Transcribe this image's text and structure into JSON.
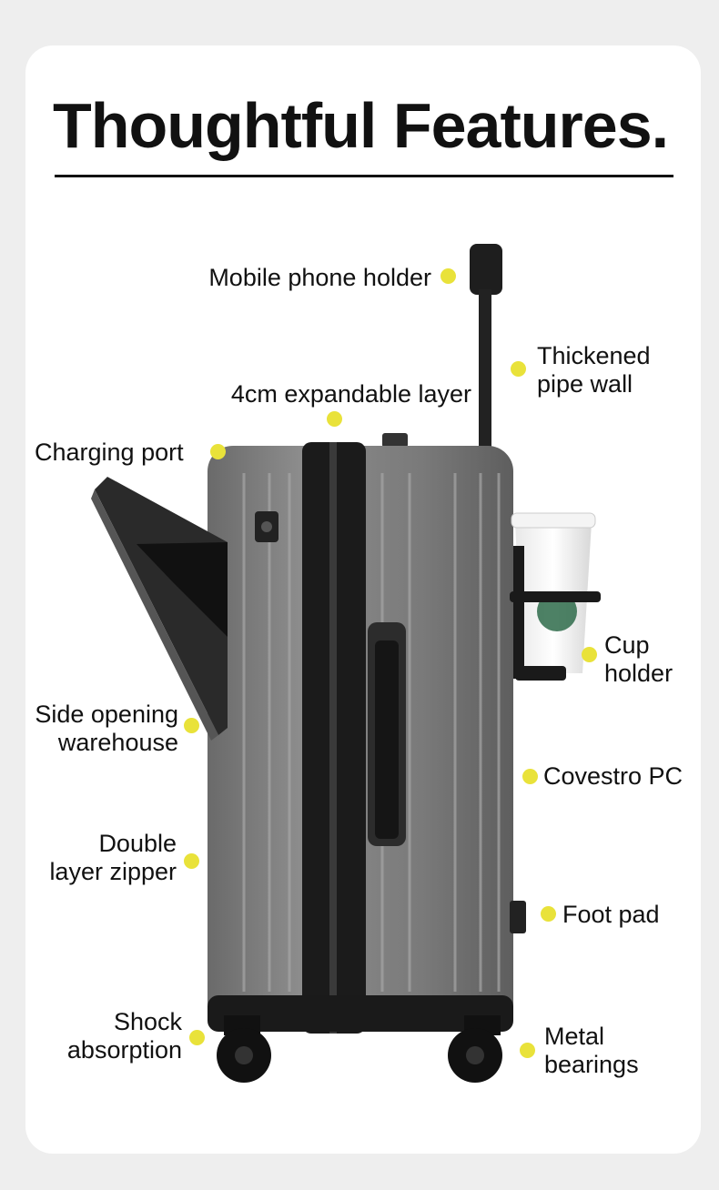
{
  "title": "Thoughtful Features.",
  "accent_color": "#e9e23a",
  "features": {
    "mobile_phone_holder": "Mobile phone holder",
    "expandable_layer": "4cm expandable layer",
    "charging_port": "Charging port",
    "pipe_wall": [
      "Thickened",
      "pipe wall"
    ],
    "cup_holder": [
      "Cup",
      "holder"
    ],
    "side_opening": [
      "Side opening",
      "warehouse"
    ],
    "covestro": "Covestro PC",
    "double_zipper": [
      "Double",
      "layer zipper"
    ],
    "foot_pad": "Foot pad",
    "shock": [
      "Shock",
      "absorption"
    ],
    "metal_bearings": [
      "Metal",
      "bearings"
    ]
  }
}
